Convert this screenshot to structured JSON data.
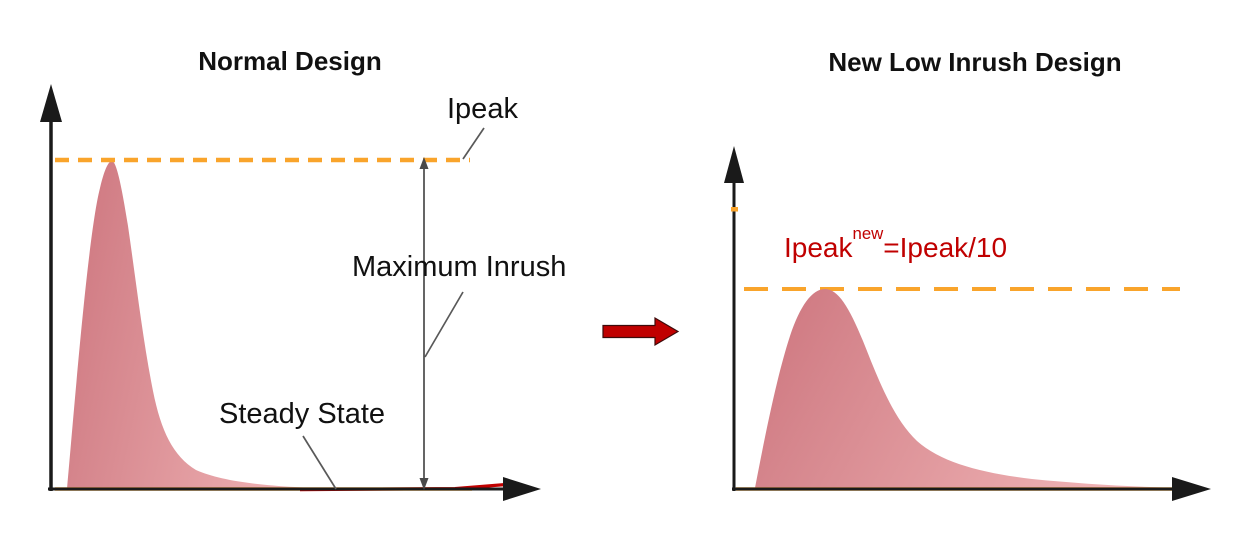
{
  "figure": {
    "description": "Comparison of inrush current profiles between a normal design and a new low inrush design"
  },
  "left_chart": {
    "title": "Normal Design",
    "labels": {
      "ipeak": "Ipeak",
      "maximum_inrush": "Maximum Inrush",
      "steady_state": "Steady State"
    }
  },
  "right_chart": {
    "title": "New Low Inrush Design",
    "formula": {
      "base": "Ipeak",
      "superscript": "new",
      "rest": "=Ipeak/10"
    }
  },
  "colors": {
    "accent_orange": "#F9A42B",
    "curve_fill_dark": "#cd747d",
    "curve_fill_mid": "#d5858c",
    "curve_fill_light": "#efb2b4",
    "highlight_red": "#C00000",
    "axis_black": "#1a1a1a",
    "baseline_dash_dark": "#2b2b33",
    "leader_gray": "#595959"
  },
  "chart_data": [
    {
      "type": "area",
      "title": "Normal Design",
      "xlabel": "",
      "ylabel": "",
      "x": [
        0,
        0.02,
        0.06,
        0.1,
        0.13,
        0.17,
        0.22,
        0.3,
        0.4,
        0.52,
        0.65,
        1.0
      ],
      "y": [
        0,
        0.2,
        0.7,
        0.98,
        1.0,
        0.75,
        0.45,
        0.22,
        0.1,
        0.04,
        0.015,
        0.01
      ],
      "y_units": "relative to Ipeak",
      "grid": false,
      "legend": false,
      "reference_lines": [
        {
          "label": "Ipeak",
          "value": 1.0,
          "style": "dashed",
          "color": "#F9A42B"
        },
        {
          "label": "Steady State",
          "value": 0.01,
          "style": "dashed",
          "color": "#F9A42B"
        }
      ],
      "annotations": [
        "Ipeak",
        "Maximum Inrush",
        "Steady State"
      ]
    },
    {
      "type": "area",
      "title": "New Low Inrush Design",
      "xlabel": "",
      "ylabel": "",
      "x": [
        0,
        0.05,
        0.1,
        0.15,
        0.19,
        0.25,
        0.31,
        0.4,
        0.52,
        0.7,
        0.9,
        1.0
      ],
      "y": [
        0,
        0.018,
        0.055,
        0.09,
        0.1,
        0.082,
        0.055,
        0.03,
        0.016,
        0.008,
        0.004,
        0.002
      ],
      "y_units": "relative to Ipeak of normal design",
      "grid": false,
      "legend": false,
      "reference_lines": [
        {
          "label": "Ipeak new = Ipeak/10",
          "value": 0.1,
          "style": "dashed",
          "color": "#F9A42B"
        }
      ],
      "annotations": [
        "Ipeak new = Ipeak/10"
      ]
    }
  ]
}
